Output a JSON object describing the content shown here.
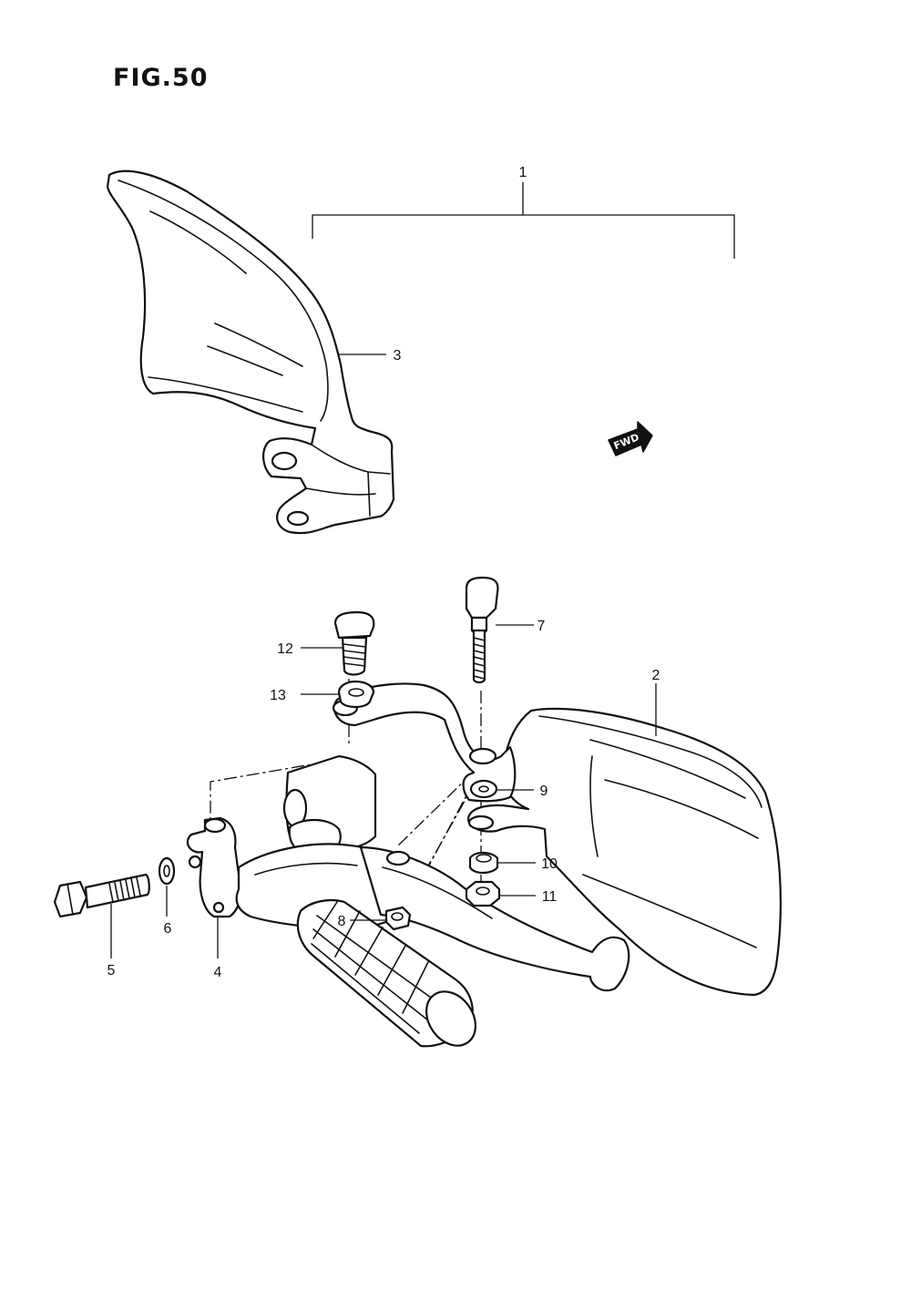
{
  "figure": {
    "title": "FIG.50"
  },
  "fwd_label": "FWD",
  "callouts": {
    "c1": "1",
    "c2": "2",
    "c3": "3",
    "c4": "4",
    "c5": "5",
    "c6": "6",
    "c7": "7",
    "c8": "8",
    "c9": "9",
    "c10": "10",
    "c11": "11",
    "c12": "12",
    "c13": "13"
  },
  "parts": [
    {
      "callout": "1",
      "icon": "handguard-set-bracket"
    },
    {
      "callout": "2",
      "icon": "right-handguard"
    },
    {
      "callout": "3",
      "icon": "left-handguard"
    },
    {
      "callout": "4",
      "icon": "lever-holder"
    },
    {
      "callout": "5",
      "icon": "hex-bolt"
    },
    {
      "callout": "6",
      "icon": "washer"
    },
    {
      "callout": "7",
      "icon": "long-bolt"
    },
    {
      "callout": "8",
      "icon": "nut"
    },
    {
      "callout": "9",
      "icon": "washer"
    },
    {
      "callout": "10",
      "icon": "nut"
    },
    {
      "callout": "11",
      "icon": "nut"
    },
    {
      "callout": "12",
      "icon": "short-bolt"
    },
    {
      "callout": "13",
      "icon": "collar"
    }
  ]
}
